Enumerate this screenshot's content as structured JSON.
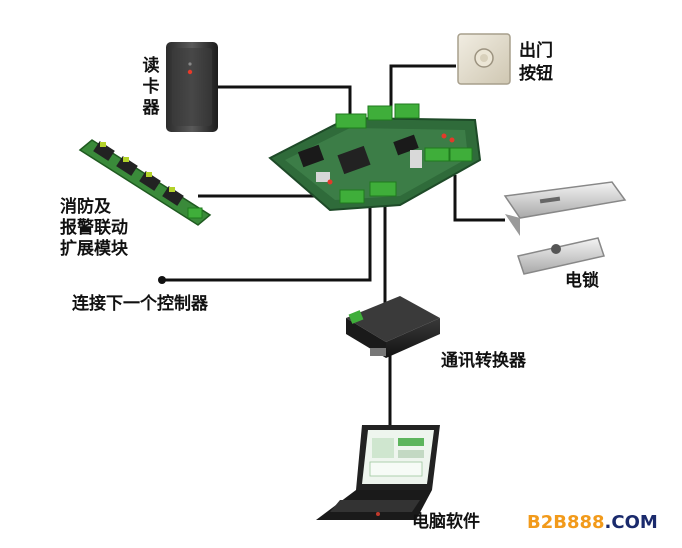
{
  "labels": {
    "card_reader": "读卡器",
    "exit_button": "出门\n按钮",
    "fire_module": "消防及\n报警联动\n扩展模块",
    "next_controller": "连接下一个控制器",
    "electric_lock": "电锁",
    "converter": "通讯转换器",
    "software": "电脑软件"
  },
  "watermark": {
    "brand": "B2B888",
    "suffix": ".COM"
  },
  "colors": {
    "board_green": "#2f6b3a",
    "terminal_green": "#3fae3a",
    "line": "#111111",
    "watermark_orange": "#f29a1a",
    "watermark_navy": "#1a2a6c"
  }
}
